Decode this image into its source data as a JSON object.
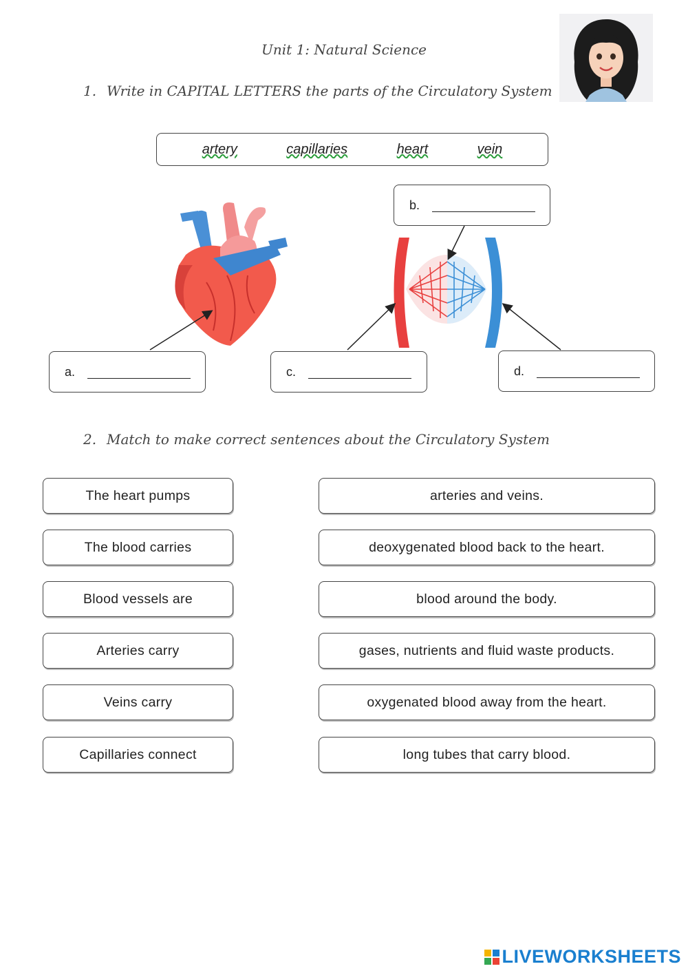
{
  "header": {
    "title": "Unit 1: Natural Science"
  },
  "question1": {
    "number": "1.",
    "text": "Write in CAPITAL LETTERS the parts of the Circulatory System"
  },
  "word_bank": [
    "artery",
    "capillaries",
    "heart",
    "vein"
  ],
  "labels": {
    "a": "a.",
    "b": "b.",
    "c": "c.",
    "d": "d."
  },
  "question2": {
    "number": "2.",
    "text": "Match to make correct sentences about the Circulatory System"
  },
  "match_left": [
    "The heart pumps",
    "The blood carries",
    "Blood vessels are",
    "Arteries carry",
    "Veins carry",
    "Capillaries connect"
  ],
  "match_right": [
    "arteries and veins.",
    "deoxygenated blood back to the heart.",
    "blood around the body.",
    "gases, nutrients and fluid waste products.",
    "oxygenated blood away from the heart.",
    "long tubes that carry blood."
  ],
  "brand": {
    "name": "LIVEWORKSHEETS"
  },
  "colors": {
    "artery_red": "#e8403f",
    "vein_blue": "#3b8fd6",
    "heart_red": "#f25a4c",
    "brand_blue": "#1a7fcf"
  }
}
